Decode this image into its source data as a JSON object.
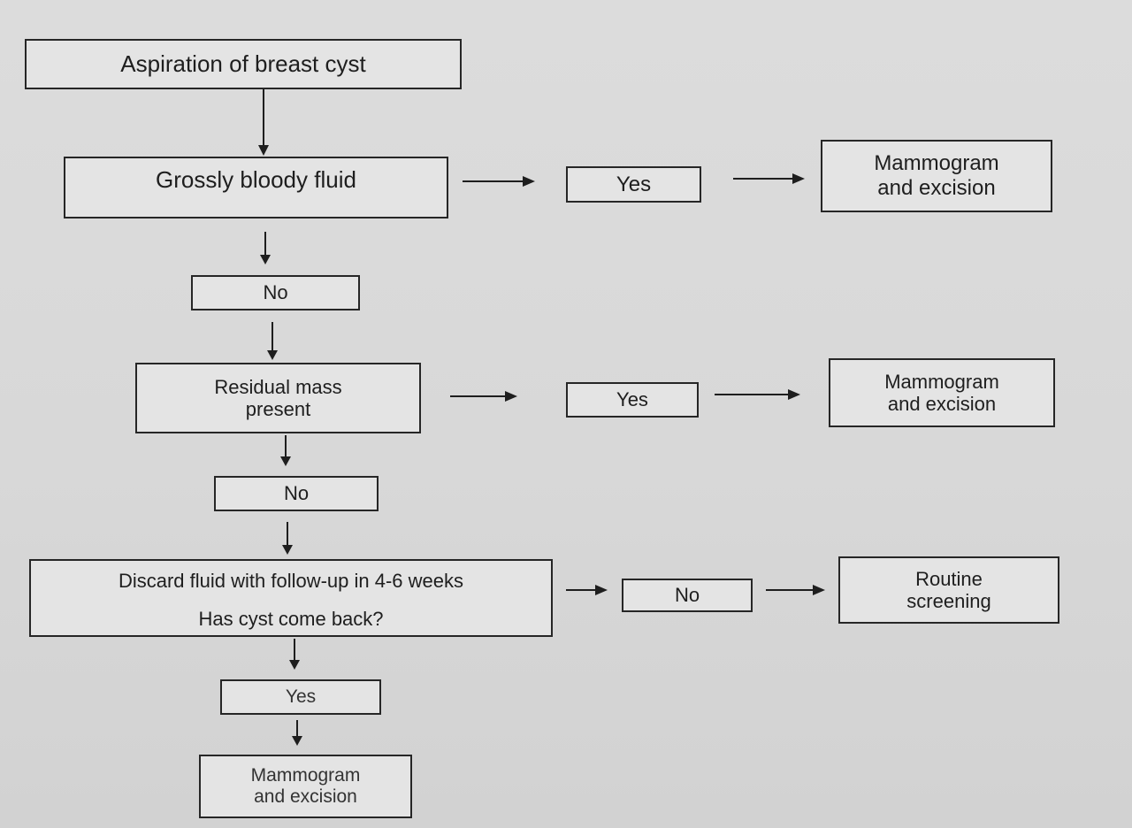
{
  "nodes": {
    "start": "Aspiration of breast cyst",
    "bloody_fluid": "Grossly bloody fluid",
    "bloody_yes": "Yes",
    "bloody_yes_result": [
      "Mammogram",
      "and excision"
    ],
    "bloody_no": "No",
    "residual_mass": [
      "Residual mass",
      "present"
    ],
    "residual_yes": "Yes",
    "residual_yes_result": [
      "Mammogram",
      "and excision"
    ],
    "residual_no": "No",
    "discard_fluid": [
      "Discard fluid with follow-up in 4-6 weeks",
      "Has cyst come back?"
    ],
    "recur_no": "No",
    "recur_no_result": [
      "Routine",
      "screening"
    ],
    "recur_yes": "Yes",
    "recur_yes_result": [
      "Mammogram",
      "and excision"
    ]
  },
  "colors": {
    "background": "#dadada",
    "line": "#1e1e1e",
    "text": "#1e1e1e"
  }
}
